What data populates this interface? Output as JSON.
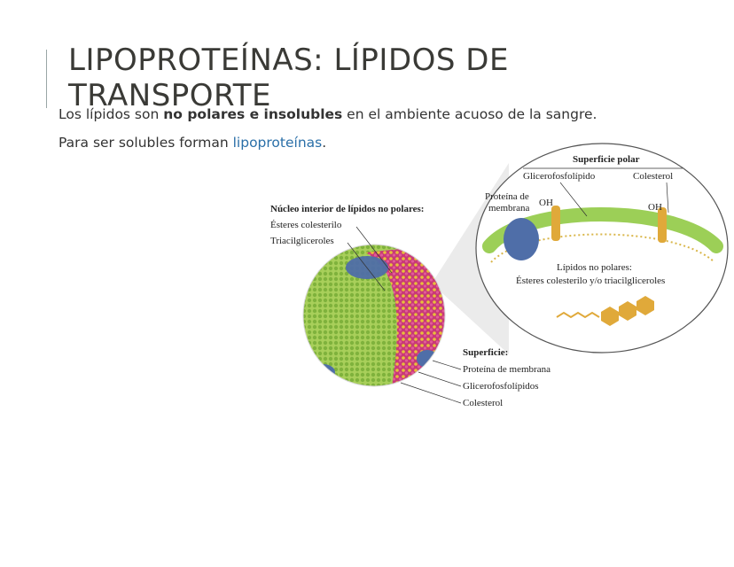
{
  "slide": {
    "title": "LIPOPROTEÍNAS: LÍPIDOS DE TRANSPORTE",
    "bullet1": {
      "pre": "Los lípidos son ",
      "bold": "no polares e insolubles",
      "post": " en el ambiente acuoso de la sangre."
    },
    "bullet2": {
      "pre": "Para ser solubles forman ",
      "link": "lipoproteínas",
      "post": "."
    }
  },
  "figure": {
    "core_heading": "Núcleo interior de lípidos no polares:",
    "core_item1": "Ésteres colesterilo",
    "core_item2": "Triacilgliceroles",
    "surface_polar": "Superficie polar",
    "glycero_top": "Glicerofosfolípido",
    "cholesterol_top": "Colesterol",
    "protein_top_l1": "Proteína de",
    "protein_top_l2": "membrana",
    "oh_left": "OH",
    "oh_right": "OH",
    "nonpolar_l1": "Lípidos no polares:",
    "nonpolar_l2": "Ésteres colesterilo y/o triacilgliceroles",
    "surface_heading": "Superficie:",
    "surface_item1": "Proteína de membrana",
    "surface_item2": "Glicerofosfolípidos",
    "surface_item3": "Colesterol",
    "colors": {
      "shell_green": "#8fc34a",
      "core_magenta": "#c83a78",
      "core_yellow": "#e8c03a",
      "protein_blue": "#4f6ea8",
      "accent": "#2a6fa8"
    }
  }
}
